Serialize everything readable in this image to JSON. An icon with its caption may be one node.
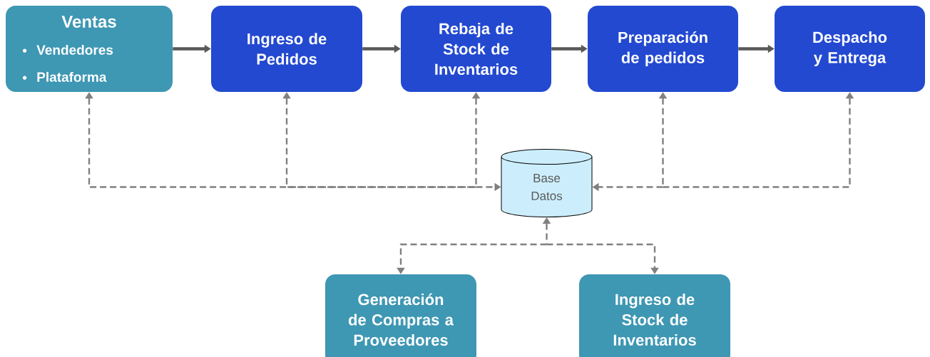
{
  "diagram": {
    "nodes": [
      {
        "text": [
          "Ventas",
          "Vendedores",
          "Plataforma"
        ]
      },
      {
        "text": [
          "Ingreso de Pedidos"
        ]
      },
      {
        "text": [
          "Rebaja de Stock de Inventarios"
        ]
      },
      {
        "text": [
          "Preparación de pedidos"
        ]
      },
      {
        "text": [
          "Despacho y Entrega"
        ]
      },
      {
        "text": [
          "Base Datos"
        ]
      },
      {
        "text": [
          "Generación de Compras a Proveedores"
        ]
      },
      {
        "text": [
          "Ingreso de Stock de Inventarios"
        ]
      }
    ],
    "edges": [
      {
        "from": 0,
        "to": 1,
        "arrow": "to",
        "style": "thick"
      },
      {
        "from": 1,
        "to": 2,
        "arrow": "to",
        "style": "thick"
      },
      {
        "from": 2,
        "to": 3,
        "arrow": "to",
        "style": "thick"
      },
      {
        "from": 3,
        "to": 4,
        "arrow": "to",
        "style": "thick"
      },
      {
        "from": 0,
        "to": 5,
        "arrow": "both",
        "style": "dashed"
      },
      {
        "from": 1,
        "to": 5,
        "arrow": "both",
        "style": "dashed"
      },
      {
        "from": 2,
        "to": 5,
        "arrow": "both",
        "style": "dashed"
      },
      {
        "from": 3,
        "to": 5,
        "arrow": "both",
        "style": "dashed"
      },
      {
        "from": 4,
        "to": 5,
        "arrow": "both",
        "style": "dashed"
      },
      {
        "from": 5,
        "to": 6,
        "arrow": "both",
        "style": "dashed"
      },
      {
        "from": 5,
        "to": 7,
        "arrow": "both",
        "style": "dashed"
      }
    ]
  }
}
